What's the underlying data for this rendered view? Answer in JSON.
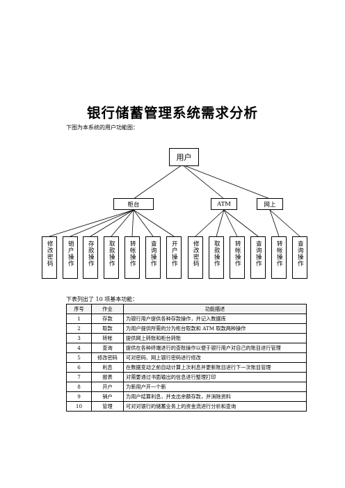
{
  "title": "银行储蓄管理系统需求分析",
  "intro": "下图为本系统的用户功能图：",
  "diagram": {
    "root": "用户",
    "branches": [
      "柜台",
      "ATM",
      "网上"
    ],
    "leaves": [
      "修改密码",
      "销户操作",
      "存款操作",
      "取款操作",
      "转帐操作",
      "查询操作",
      "开户操作",
      "修改密码",
      "取款操作",
      "转帐操作",
      "查询操作",
      "转帐操作",
      "查询操作"
    ]
  },
  "table_intro": "下表列出了 10 项基本功能：",
  "table": {
    "headers": [
      "序号",
      "作业",
      "功能描述"
    ],
    "rows": [
      [
        "1",
        "存款",
        "为银行用户提供各种存款操作，并记入数据库"
      ],
      [
        "2",
        "取款",
        "为用户提供所需的分为柜台取款和 ATM 取款两种操作"
      ],
      [
        "3",
        "转帐",
        "提供网上转账和柜台转账"
      ],
      [
        "4",
        "查询",
        "提供在各种终端进行的查账操作以便于银行用户对自己的账目进行管理"
      ],
      [
        "5",
        "修改密码",
        "可对密码、网上银行密码进行修改"
      ],
      [
        "6",
        "利息",
        "在数据变动之前自动计算上次利息并更新账目进行下一次账目管理"
      ],
      [
        "7",
        "报表",
        "对需要通过书面输出的信息进行整理打印"
      ],
      [
        "8",
        "开户",
        "为新用户开一个新"
      ],
      [
        "9",
        "销户",
        "为用户结算利息，并支出余额存款，并消除资料"
      ],
      [
        "10",
        "管理",
        "可对对银行的储蓄业务上的资金流进行分析和查询"
      ]
    ]
  }
}
